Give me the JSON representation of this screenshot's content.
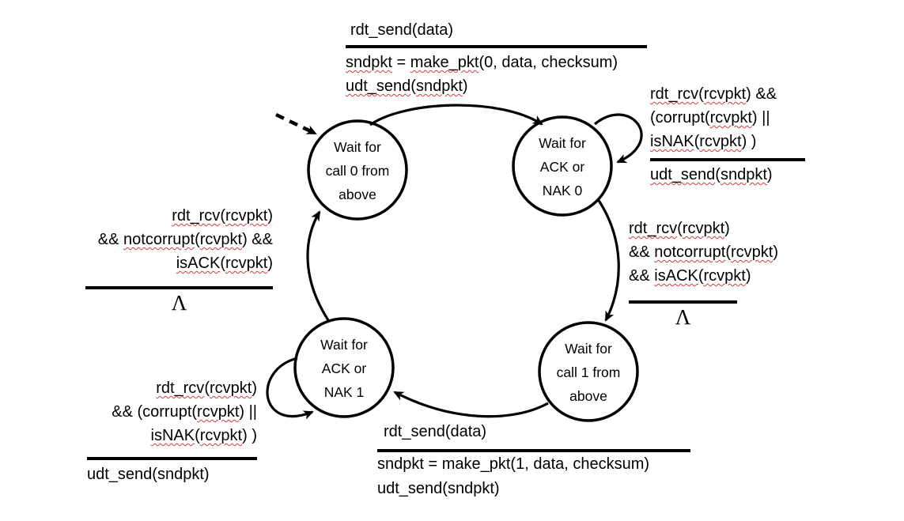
{
  "colors": {
    "background": "#ffffff",
    "ink": "#000000",
    "squiggle": "#d43a3a"
  },
  "misspelled_tokens": [
    "rdt_rcv",
    "notcorrupt",
    "rcvpkt",
    "isNAK",
    "isACK",
    "udt_send",
    "make_pkt",
    "sndpkt"
  ],
  "states": [
    {
      "name": "wait-call-0-from-above",
      "lines": [
        "Wait for",
        "call 0 from",
        "above"
      ]
    },
    {
      "name": "wait-ack-or-nak-0",
      "lines": [
        "Wait for",
        "ACK or",
        "NAK 0"
      ]
    },
    {
      "name": "wait-ack-or-nak-1",
      "lines": [
        "Wait for",
        "ACK or",
        "NAK 1"
      ]
    },
    {
      "name": "wait-call-1-from-above",
      "lines": [
        "Wait for",
        "call 1 from",
        "above"
      ]
    }
  ],
  "transitions": {
    "send0": {
      "event": [
        {
          "text": "rdt_send(data)",
          "squiggle": false
        }
      ],
      "action": [
        {
          "text": "sndpkt = make_pkt(0, data, checksum)",
          "squiggle": true
        },
        {
          "text": "udt_send(sndpkt)",
          "squiggle": true
        }
      ]
    },
    "corrupt0": {
      "event": [
        {
          "text": "rdt_rcv(rcvpkt) &&",
          "squiggle": true
        },
        {
          "text": "(corrupt(rcvpkt) ||",
          "squiggle": true
        },
        {
          "text": "isNAK(rcvpkt) )",
          "squiggle": true
        }
      ],
      "action": [
        {
          "text": "udt_send(sndpkt)",
          "squiggle": true
        }
      ]
    },
    "ack0": {
      "event": [
        {
          "text": "rdt_rcv(rcvpkt)",
          "squiggle": true
        },
        {
          "text": "&& notcorrupt(rcvpkt)",
          "squiggle": true
        },
        {
          "text": "&& isACK(rcvpkt)",
          "squiggle": true
        }
      ],
      "action": [
        {
          "text": "Λ",
          "squiggle": false,
          "lambda": true
        }
      ]
    },
    "ack1": {
      "event": [
        {
          "text": "rdt_rcv(rcvpkt)",
          "squiggle": true
        },
        {
          "text": "&& notcorrupt(rcvpkt) &&",
          "squiggle": true
        },
        {
          "text": "isACK(rcvpkt)",
          "squiggle": true
        }
      ],
      "action": [
        {
          "text": "Λ",
          "squiggle": false,
          "lambda": true
        }
      ]
    },
    "corrupt1": {
      "event": [
        {
          "text": "rdt_rcv(rcvpkt)",
          "squiggle": true
        },
        {
          "text": "&& (corrupt(rcvpkt) ||",
          "squiggle": true
        },
        {
          "text": "isNAK(rcvpkt) )",
          "squiggle": true
        }
      ],
      "action": [
        {
          "text": "udt_send(sndpkt)",
          "squiggle": false
        }
      ]
    },
    "send1": {
      "event": [
        {
          "text": "rdt_send(data)",
          "squiggle": false
        }
      ],
      "action": [
        {
          "text": "sndpkt = make_pkt(1, data, checksum)",
          "squiggle": false
        },
        {
          "text": "udt_send(sndpkt)",
          "squiggle": false
        }
      ]
    }
  }
}
